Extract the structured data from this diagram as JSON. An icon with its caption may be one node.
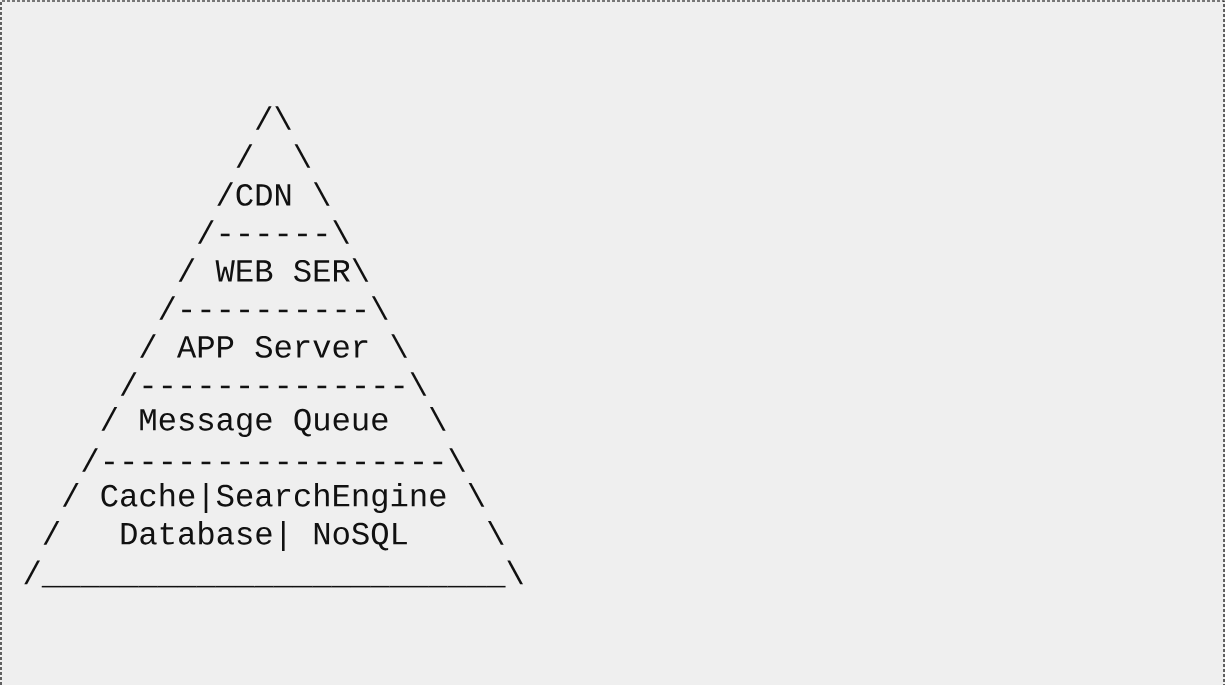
{
  "diagram": {
    "labels": [
      "/\\",
      "/  \\",
      "/CDN \\",
      "/------\\",
      "/ WEB SER\\",
      "/----------\\",
      "/ APP Server \\",
      "/--------------\\",
      "/ Message Queue  \\",
      "/------------------\\",
      "/ Cache|SearchEngine \\",
      "/   Database| NoSQL    \\",
      "/________________________\\"
    ]
  }
}
